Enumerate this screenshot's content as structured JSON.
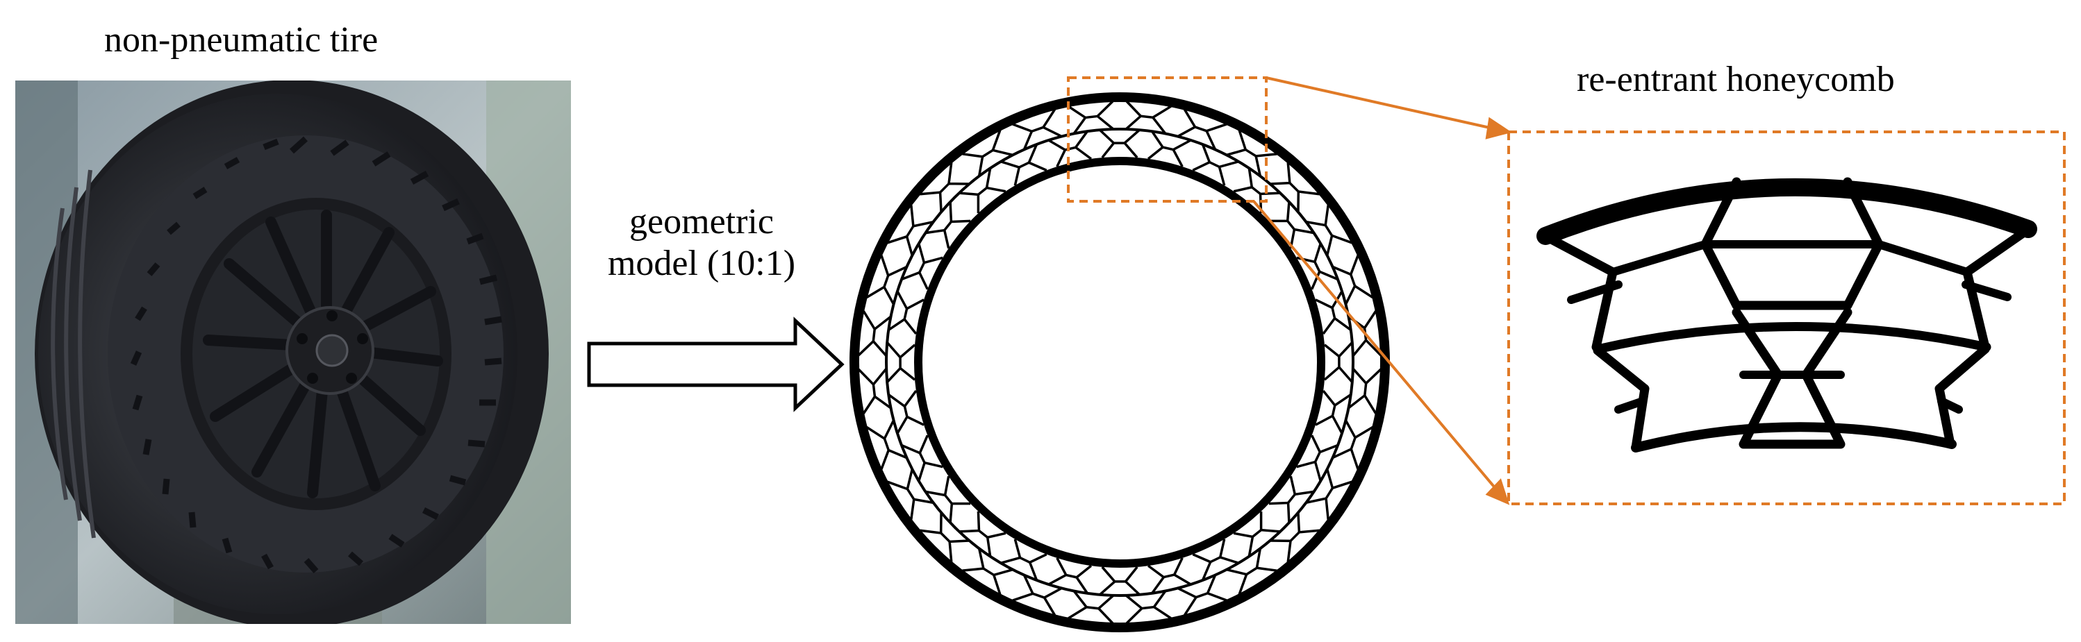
{
  "photo": {
    "title": "non-pneumatic tire"
  },
  "arrow": {
    "line1": "geometric",
    "line2": "model (10:1)"
  },
  "zoom": {
    "title": "re-entrant honeycomb"
  },
  "colors": {
    "accent": "#e07a26",
    "ink": "#000000"
  }
}
